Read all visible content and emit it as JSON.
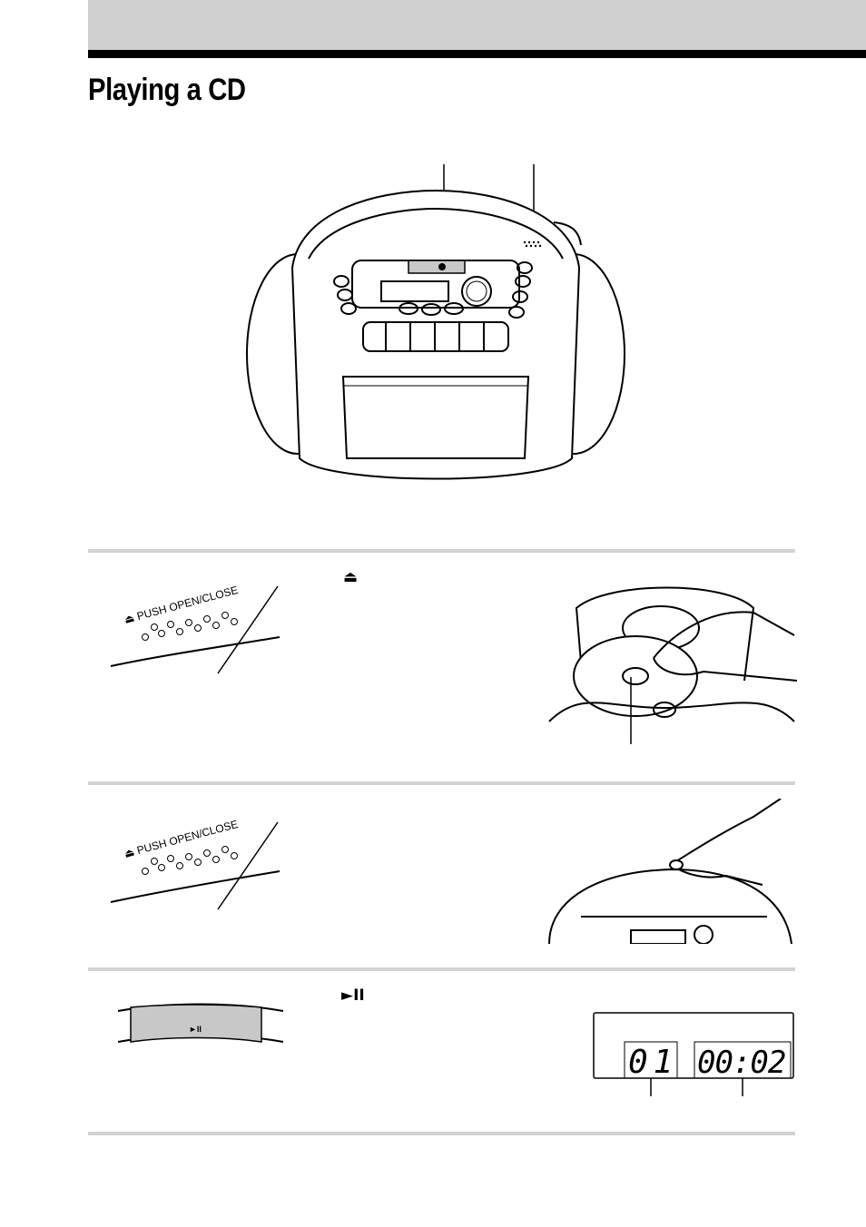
{
  "page": {
    "title": "Playing a CD"
  },
  "steps": [
    {
      "symbol": "⏏",
      "panel_label": "⏏ PUSH OPEN/CLOSE"
    },
    {
      "symbol": "",
      "panel_label": "⏏ PUSH OPEN/CLOSE"
    },
    {
      "symbol": "►II",
      "button_label": "►II"
    }
  ],
  "display": {
    "track": "01",
    "time": "00:02"
  },
  "icons": [
    "eject-icon",
    "play-pause-icon"
  ],
  "colors": {
    "header_band": "#d0d0d0",
    "rule": "#000000",
    "step_rule": "#d3d3d3",
    "button_fill": "#c8c8c8"
  }
}
